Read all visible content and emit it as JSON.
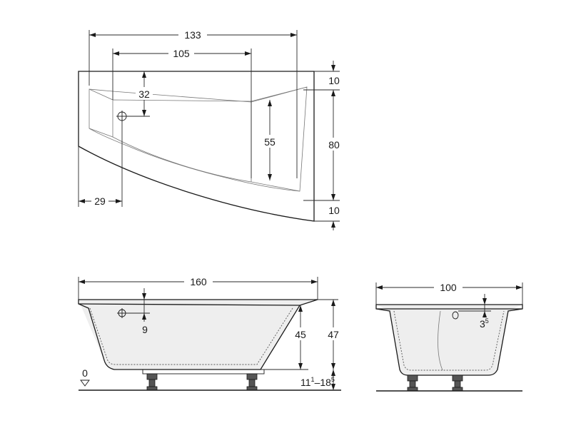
{
  "top_view": {
    "dims": {
      "w133": "133",
      "w105": "105",
      "d32": "32",
      "h55": "55",
      "h80": "80",
      "h10_top": "10",
      "h10_bottom": "10",
      "w29": "29"
    }
  },
  "side_view": {
    "dims": {
      "w160": "160",
      "d9": "9",
      "h45": "45",
      "h47": "47",
      "level_zero": "0",
      "feet_base": "11",
      "feet_sup1": "1",
      "feet_sep": "–18",
      "feet_sup2": "5"
    }
  },
  "end_view": {
    "dims": {
      "w100": "100",
      "d3_base": "3",
      "d3_sup": "5"
    }
  }
}
